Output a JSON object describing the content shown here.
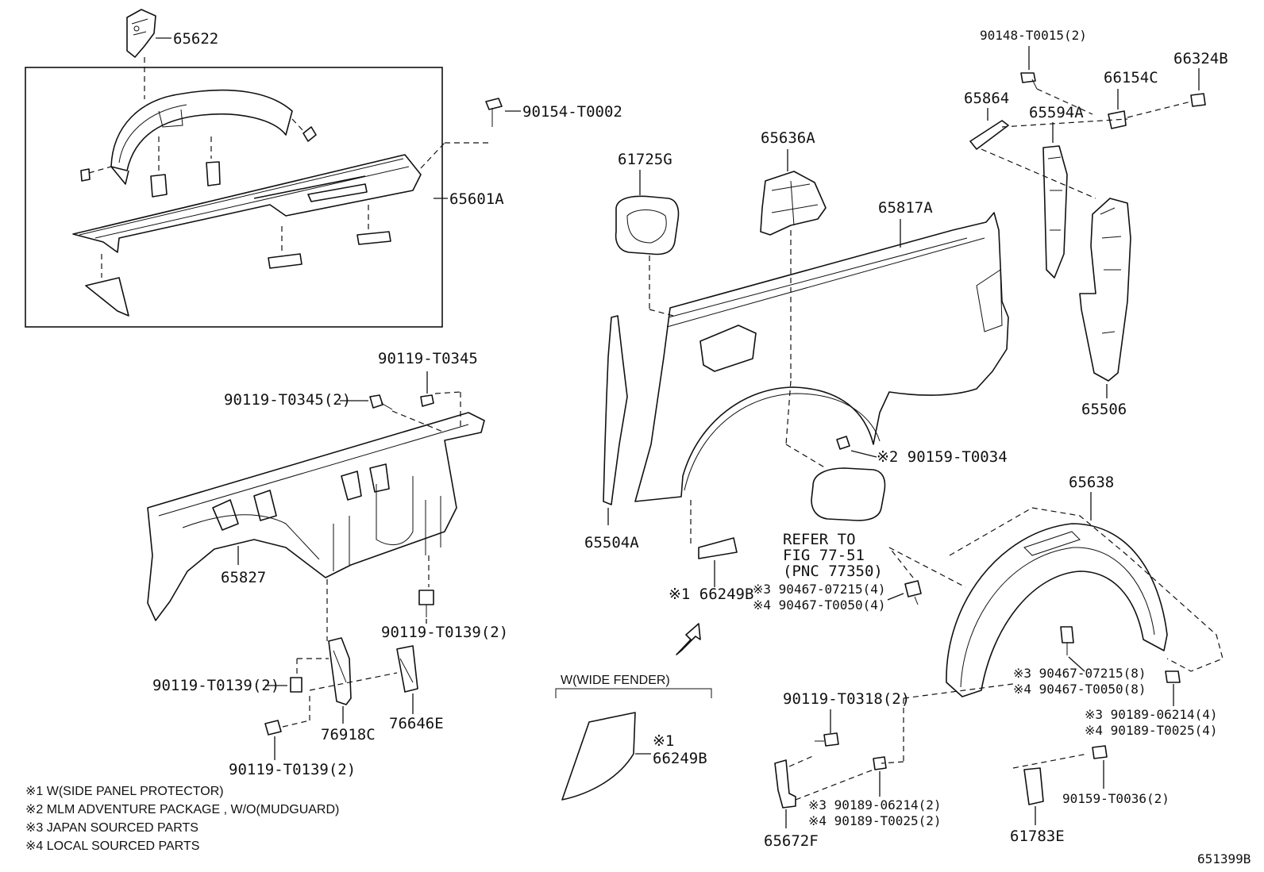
{
  "labels": {
    "p65622": "65622",
    "p65601A": "65601A",
    "p90154_T0002": "90154-T0002",
    "p90119_T0345": "90119-T0345",
    "p90119_T0345_2": "90119-T0345(2)",
    "p65827": "65827",
    "p90119_T0139_a": "90119-T0139(2)",
    "p90119_T0139_b": "90119-T0139(2)",
    "p90119_T0139_c": "90119-T0139(2)",
    "p76918C": "76918C",
    "p76646E": "76646E",
    "p61725G": "61725G",
    "p65636A": "65636A",
    "p65817A": "65817A",
    "p65504A": "65504A",
    "p65864": "65864",
    "p90148_T0015": "90148-T0015(2)",
    "p66154C": "66154C",
    "p66324B": "66324B",
    "p65594A": "65594A",
    "p65506": "65506",
    "p90159_T0034": "※2 90159-T0034",
    "refer_line1": "REFER TO",
    "refer_line2": "FIG 77-51",
    "refer_line3": "(PNC 77350)",
    "p66249B": "※1 66249B",
    "p90467_07215_4": "※3 90467-07215(4)",
    "p90467_T0050_4": "※4 90467-T0050(4)",
    "p65638": "65638",
    "p90467_07215_8": "※3 90467-07215(8)",
    "p90467_T0050_8": "※4 90467-T0050(8)",
    "p90189_06214_4": "※3 90189-06214(4)",
    "p90189_T0025_4": "※4 90189-T0025(4)",
    "p90119_T0318": "90119-T0318(2)",
    "p90189_06214_2": "※3 90189-06214(2)",
    "p90189_T0025_2": "※4 90189-T0025(2)",
    "p65672F": "65672F",
    "p61783E": "61783E",
    "p90159_T0036": "90159-T0036(2)",
    "wide_fender_title": "W(WIDE FENDER)",
    "wide_mark": "※1",
    "wide_part": "66249B",
    "figure_id": "651399B"
  },
  "notes": [
    "※1 W(SIDE PANEL PROTECTOR)",
    "※2 MLM ADVENTURE PACKAGE , W/O(MUDGUARD)",
    "※3 JAPAN SOURCED PARTS",
    "※4 LOCAL SOURCED PARTS"
  ]
}
